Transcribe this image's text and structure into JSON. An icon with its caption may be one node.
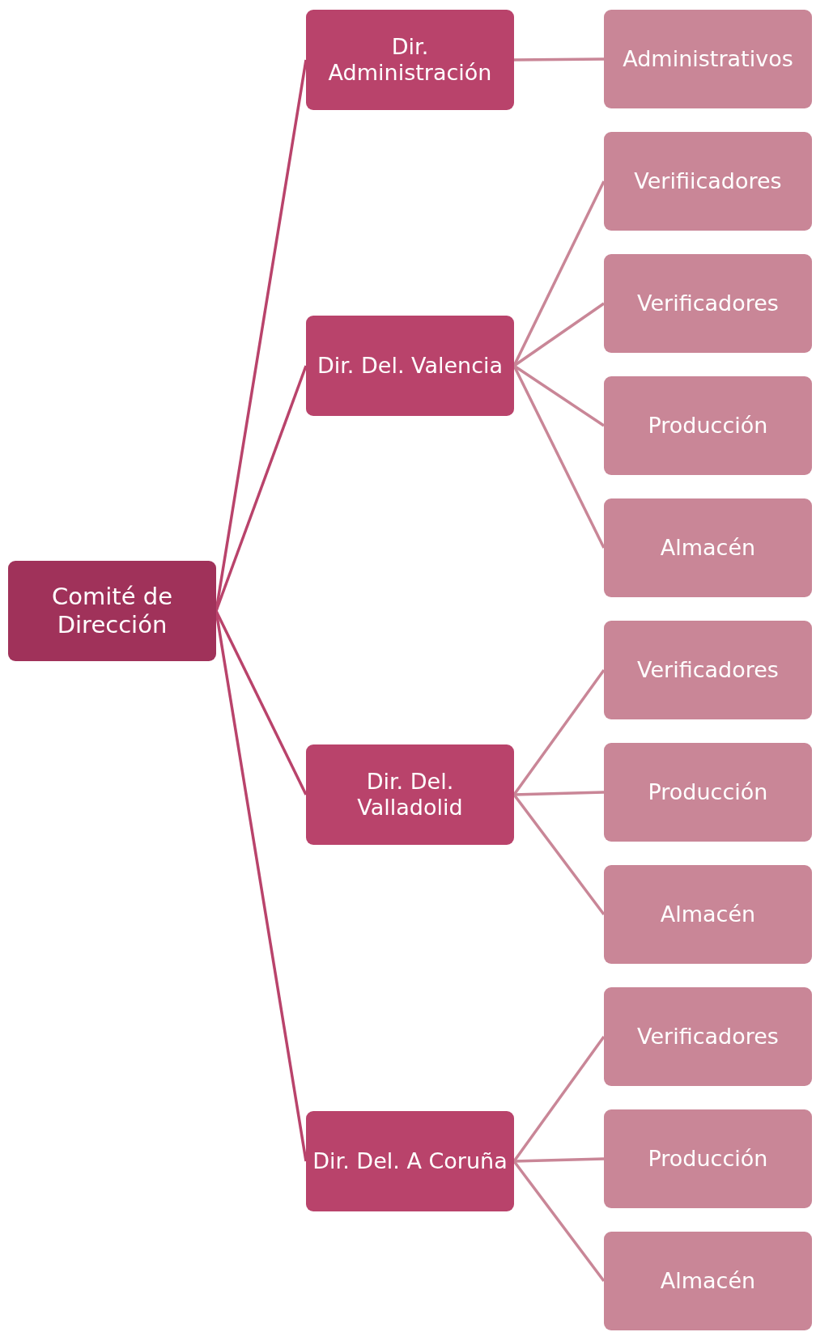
{
  "diagram": {
    "nodes": [
      {
        "text": [
          "Comité de Dirección"
        ]
      },
      {
        "text": [
          "Dir. Administración"
        ]
      },
      {
        "text": [
          "Dir. Del. Valencia"
        ]
      },
      {
        "text": [
          "Dir. Del. Valladolid"
        ]
      },
      {
        "text": [
          "Dir. Del. A Coruña"
        ]
      },
      {
        "text": [
          "Administrativos"
        ]
      },
      {
        "text": [
          "Verifiicadores"
        ]
      },
      {
        "text": [
          "Verificadores"
        ]
      },
      {
        "text": [
          "Producción"
        ]
      },
      {
        "text": [
          "Almacén"
        ]
      },
      {
        "text": [
          "Verificadores"
        ]
      },
      {
        "text": [
          "Producción"
        ]
      },
      {
        "text": [
          "Almacén"
        ]
      },
      {
        "text": [
          "Verificadores"
        ]
      },
      {
        "text": [
          "Producción"
        ]
      },
      {
        "text": [
          "Almacén"
        ]
      }
    ],
    "edges": [
      {
        "from": 0,
        "to": 1,
        "arrow": "none",
        "color": "#b9436b"
      },
      {
        "from": 0,
        "to": 2,
        "arrow": "none",
        "color": "#b9436b"
      },
      {
        "from": 0,
        "to": 3,
        "arrow": "none",
        "color": "#b9436b"
      },
      {
        "from": 0,
        "to": 4,
        "arrow": "none",
        "color": "#b9436b"
      },
      {
        "from": 1,
        "to": 5,
        "arrow": "none"
      },
      {
        "from": 2,
        "to": 6,
        "arrow": "none"
      },
      {
        "from": 2,
        "to": 7,
        "arrow": "none"
      },
      {
        "from": 2,
        "to": 8,
        "arrow": "none"
      },
      {
        "from": 2,
        "to": 9,
        "arrow": "none"
      },
      {
        "from": 3,
        "to": 10,
        "arrow": "none"
      },
      {
        "from": 3,
        "to": 11,
        "arrow": "none"
      },
      {
        "from": 3,
        "to": 12,
        "arrow": "none"
      },
      {
        "from": 4,
        "to": 13,
        "arrow": "none"
      },
      {
        "from": 4,
        "to": 14,
        "arrow": "none"
      },
      {
        "from": 4,
        "to": 15,
        "arrow": "none"
      }
    ]
  }
}
